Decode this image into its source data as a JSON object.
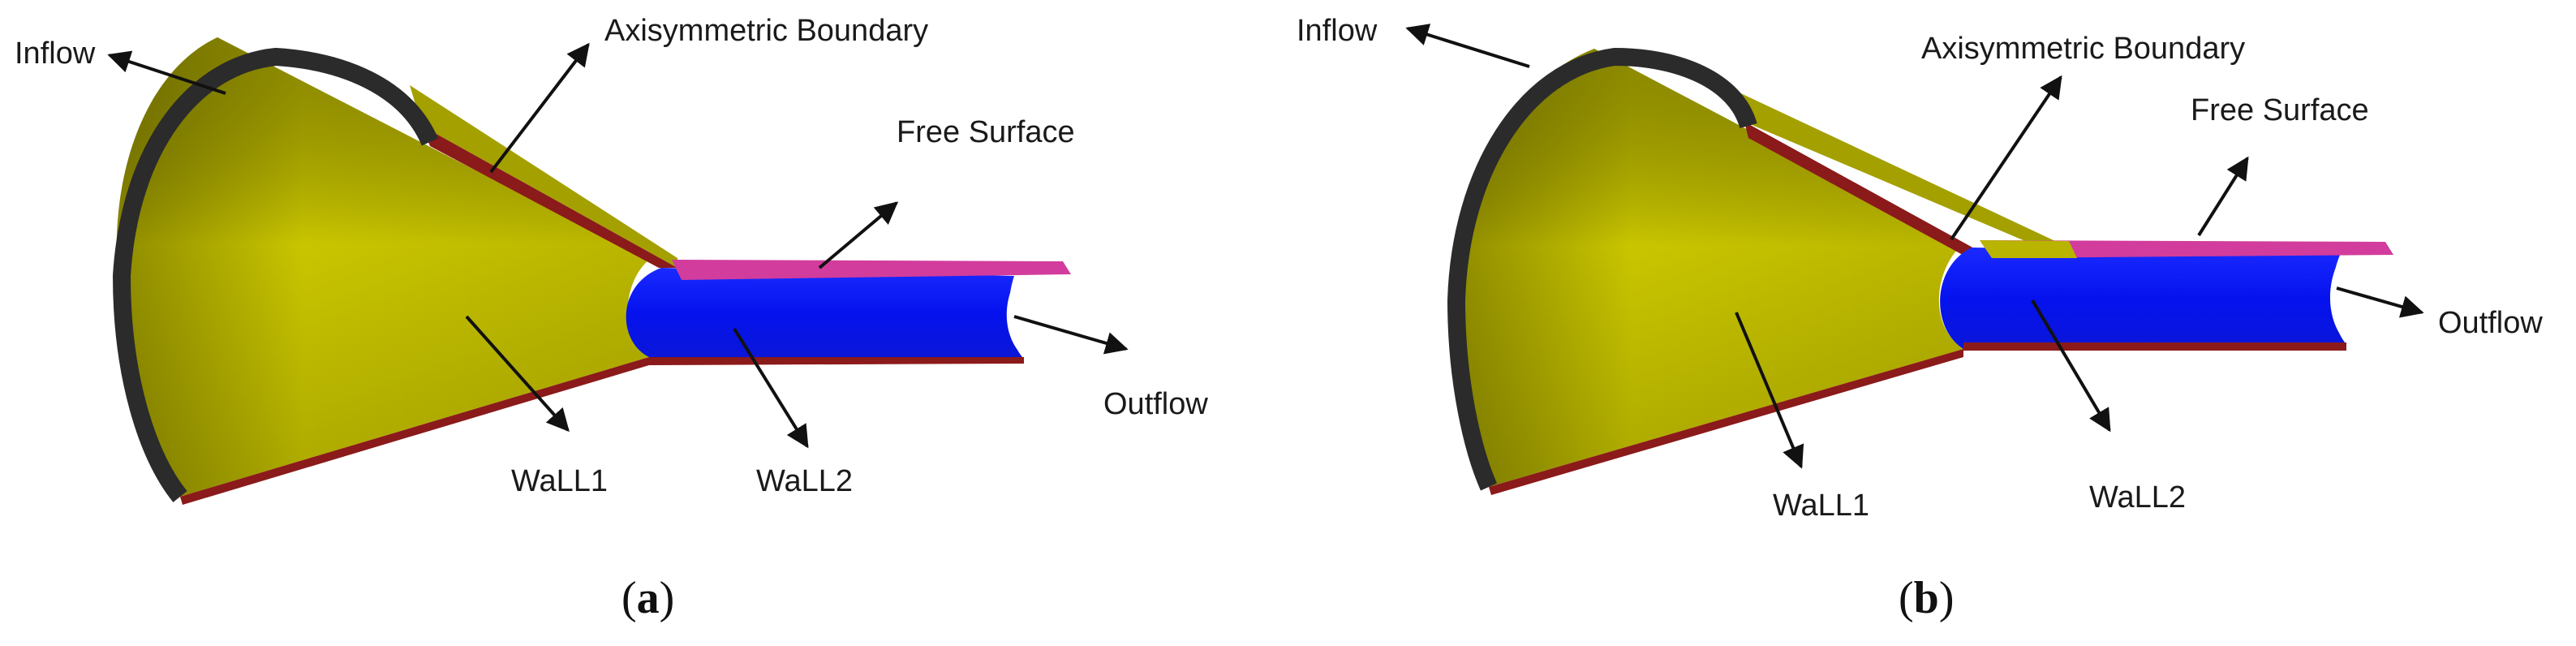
{
  "panels": [
    {
      "caption_letter": "a",
      "labels": {
        "inflow": "Inflow",
        "axisymmetric_boundary": "Axisymmetric Boundary",
        "free_surface": "Free Surface",
        "outflow": "Outflow",
        "wall1": "WaLL1",
        "wall2": "WaLL2"
      }
    },
    {
      "caption_letter": "b",
      "labels": {
        "inflow": "Inflow",
        "axisymmetric_boundary": "Axisymmetric Boundary",
        "free_surface": "Free Surface",
        "outflow": "Outflow",
        "wall1": "WaLL1",
        "wall2": "WaLL2"
      }
    }
  ],
  "colors": {
    "cone_yellow": "#c8c400",
    "cone_dark": "#8a8800",
    "inflow_rim": "#2b2b2b",
    "wall_edge_red": "#8b1a1a",
    "pipe_blue": "#0a1aff",
    "free_surface_magenta": "#d23c9c",
    "arrow": "#111111"
  }
}
